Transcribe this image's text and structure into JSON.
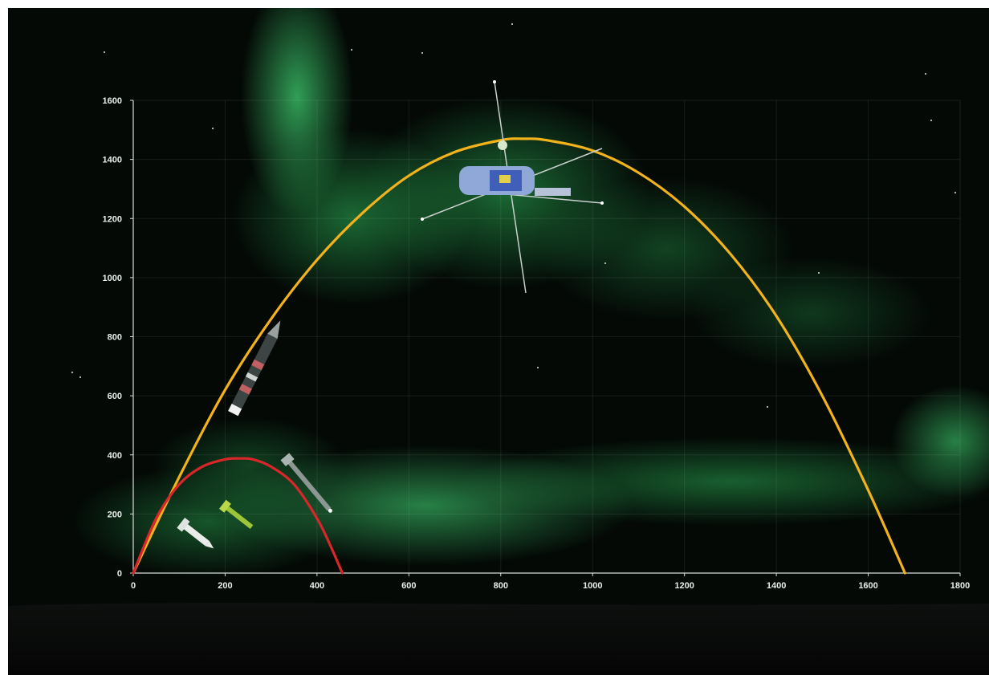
{
  "chart_data": {
    "type": "line",
    "title": "",
    "xlabel": "",
    "ylabel": "",
    "xlim": [
      0,
      1800
    ],
    "ylim": [
      0,
      1600
    ],
    "x_ticks": [
      "0",
      "200",
      "400",
      "600",
      "800",
      "1000",
      "1200",
      "1400",
      "1600",
      "1800"
    ],
    "y_ticks": [
      "0",
      "200",
      "400",
      "600",
      "800",
      "1000",
      "1200",
      "1400",
      "1600"
    ],
    "grid": true,
    "legend": "none",
    "series": [
      {
        "color": "#f2b21b",
        "points": [
          [
            0,
            0
          ],
          [
            100,
            325
          ],
          [
            200,
            620
          ],
          [
            300,
            860
          ],
          [
            400,
            1060
          ],
          [
            500,
            1220
          ],
          [
            600,
            1345
          ],
          [
            700,
            1425
          ],
          [
            800,
            1465
          ],
          [
            850,
            1470
          ],
          [
            900,
            1465
          ],
          [
            1000,
            1430
          ],
          [
            1100,
            1355
          ],
          [
            1200,
            1240
          ],
          [
            1300,
            1080
          ],
          [
            1400,
            870
          ],
          [
            1500,
            600
          ],
          [
            1600,
            280
          ],
          [
            1680,
            0
          ]
        ]
      },
      {
        "color": "#d8262a",
        "points": [
          [
            0,
            0
          ],
          [
            50,
            185
          ],
          [
            100,
            300
          ],
          [
            150,
            360
          ],
          [
            200,
            385
          ],
          [
            230,
            388
          ],
          [
            260,
            385
          ],
          [
            300,
            360
          ],
          [
            350,
            300
          ],
          [
            400,
            185
          ],
          [
            430,
            90
          ],
          [
            455,
            0
          ]
        ]
      }
    ]
  },
  "background": {
    "sky": "#050a07",
    "aurora": "#37c466",
    "ground": "#0a0a0a"
  },
  "decorations": [
    "rocket-launcher-icon",
    "rocket-stage-icon",
    "rocket-body-icon",
    "rocket-nosecone-icon",
    "satellite-icon"
  ]
}
